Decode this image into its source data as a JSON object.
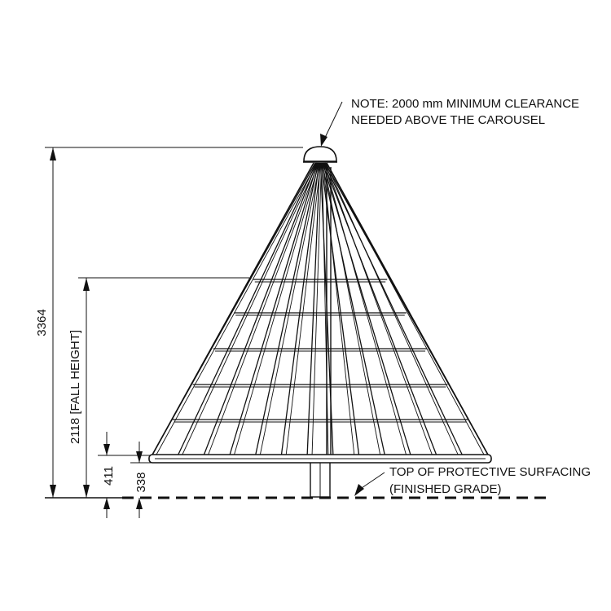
{
  "note": {
    "line1": "NOTE: 2000 mm MINIMUM CLEARANCE",
    "line2": "NEEDED ABOVE THE CAROUSEL"
  },
  "surfacing": {
    "line1": "TOP OF PROTECTIVE SURFACING",
    "line2": "(FINISHED GRADE)"
  },
  "dimensions": {
    "overall_height": "3364",
    "fall_height": "2118 [FALL HEIGHT]",
    "seat_height": "411",
    "ring_height": "338"
  },
  "colors": {
    "line": "#111111",
    "background": "#ffffff"
  }
}
